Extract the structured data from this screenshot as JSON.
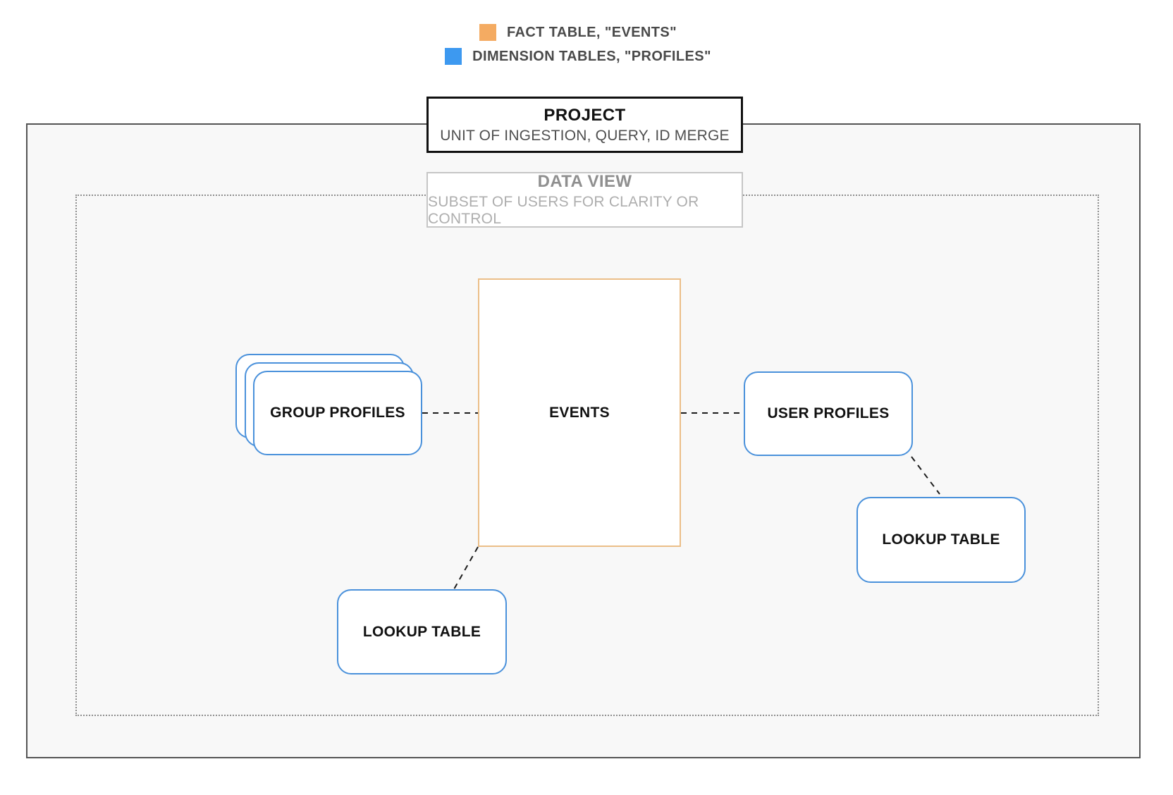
{
  "legend": {
    "items": [
      {
        "id": "fact",
        "swatch_color": "#F4AB62",
        "label": "FACT TABLE, \"EVENTS\""
      },
      {
        "id": "dimension",
        "swatch_color": "#3D99F0",
        "label": "DIMENSION TABLES, \"PROFILES\""
      }
    ]
  },
  "project_box": {
    "title": "PROJECT",
    "subtitle": "UNIT OF INGESTION, QUERY, ID MERGE"
  },
  "data_view_box": {
    "title": "DATA VIEW",
    "subtitle": "SUBSET OF USERS FOR CLARITY OR CONTROL"
  },
  "nodes": {
    "events": {
      "label": "EVENTS",
      "type": "fact"
    },
    "group_profiles": {
      "label": "GROUP PROFILES",
      "type": "dimension"
    },
    "user_profiles": {
      "label": "USER PROFILES",
      "type": "dimension"
    },
    "lookup_table_left": {
      "label": "LOOKUP TABLE",
      "type": "dimension"
    },
    "lookup_table_right": {
      "label": "LOOKUP TABLE",
      "type": "dimension"
    }
  },
  "connections": [
    {
      "from": "group_profiles",
      "to": "events",
      "style": "dashed"
    },
    {
      "from": "events",
      "to": "user_profiles",
      "style": "dashed"
    },
    {
      "from": "user_profiles",
      "to": "lookup_table_right",
      "style": "dashed"
    },
    {
      "from": "events",
      "to": "lookup_table_left",
      "style": "dashed"
    }
  ],
  "colors": {
    "fact_accent": "#F4AB62",
    "dimension_accent": "#3D99F0",
    "events_border": "#EBBE88",
    "profile_border": "#4A91DB",
    "project_border": "#111111",
    "outer_boundary_border": "#545454",
    "dotted_boundary_border": "#8E8E8E",
    "connector": "#1C1C1C"
  }
}
